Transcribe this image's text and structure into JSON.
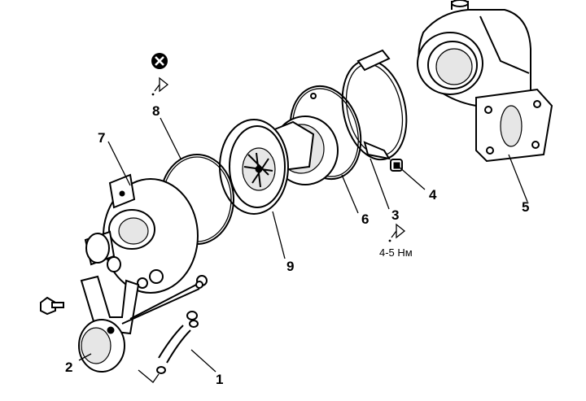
{
  "diagram": {
    "callouts": [
      "1",
      "2",
      "3",
      "4",
      "5",
      "6",
      "7",
      "8",
      "9"
    ],
    "torque_label": "4-5 Нм",
    "icons": {
      "do_not_reuse": "circled-x-icon",
      "lubricate_8": "oil-can-icon",
      "lubricate_3": "oil-can-icon"
    },
    "colors": {
      "ink": "#000000",
      "paper": "#ffffff"
    }
  }
}
